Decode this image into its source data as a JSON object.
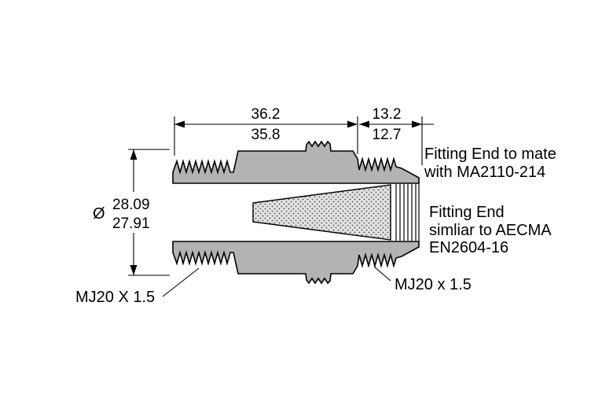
{
  "dimensions": {
    "width_main": {
      "upper": "36.2",
      "lower": "35.8"
    },
    "width_end": {
      "upper": "13.2",
      "lower": "12.7"
    },
    "diameter": {
      "symbol": "Ø",
      "upper": "28.09",
      "lower": "27.91"
    }
  },
  "labels": {
    "thread_left": "MJ20 X 1.5",
    "thread_right": "MJ20 x 1.5"
  },
  "notes": {
    "mate_line1": "Fitting End to mate",
    "mate_line2": "with MA2110-214",
    "similar_line1": "Fitting End",
    "similar_line2": "simliar to AECMA",
    "similar_line3": "EN2604-16"
  },
  "colors": {
    "body": "#b3b3b3",
    "outline": "#000000",
    "background": "#ffffff",
    "cone_dot": "#4a4a4a",
    "cone_base": "#e3e3e3"
  }
}
